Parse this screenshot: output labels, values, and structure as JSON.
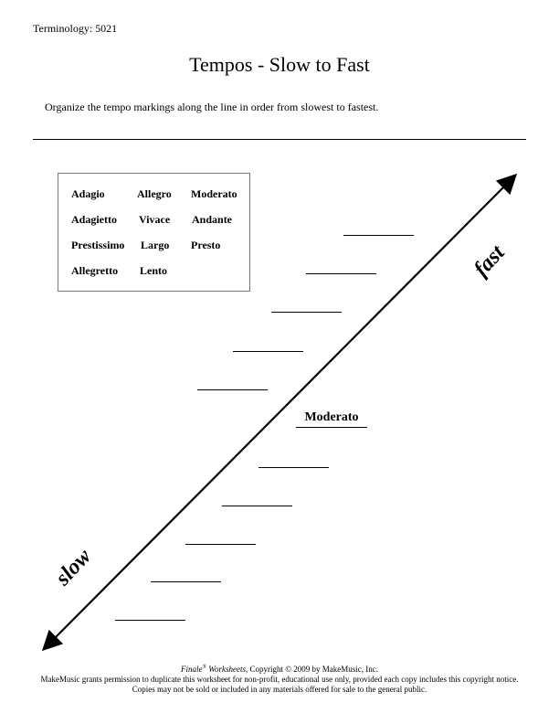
{
  "header": {
    "label": "Terminology: 5021"
  },
  "title": "Tempos - Slow to Fast",
  "instructions": "Organize the tempo markings along the line in order from slowest to fastest.",
  "word_bank": {
    "words": [
      "Adagio",
      "Allegro",
      "Moderato",
      "Adagietto",
      "Vivace",
      "Andante",
      "Prestissimo",
      "Largo",
      "Presto",
      "Allegretto",
      "Lento"
    ]
  },
  "diagram": {
    "slow_label": "slow",
    "fast_label": "fast",
    "filled_answer": "Moderato",
    "blank_count": 10
  },
  "footer": {
    "line1_italic": "Finale",
    "line1_reg": "®",
    "line1_italic2": " Worksheets",
    "line1_rest": ", Copyright © 2009 by MakeMusic, Inc.",
    "line2": "MakeMusic grants permission to duplicate this worksheet for non-profit, educational use only, provided each copy includes this copyright notice.",
    "line3": "Copies may not be sold or included in any materials offered for sale to the general public."
  }
}
